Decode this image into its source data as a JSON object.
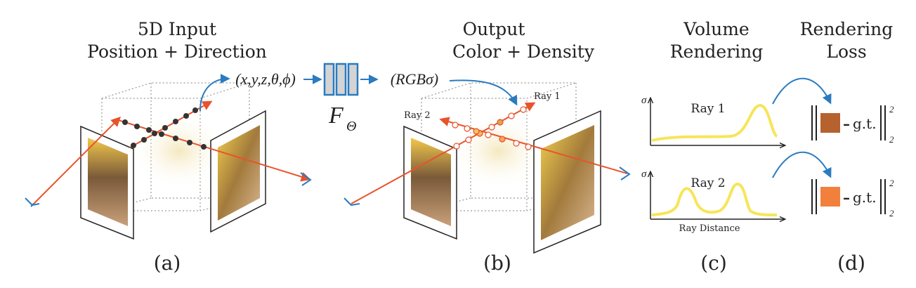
{
  "panel_a": {
    "title_line1": "5D Input",
    "title_line2": "Position + Direction",
    "caption": "(a)"
  },
  "network": {
    "input_label": "(x,y,z,θ,ϕ)",
    "output_label": "(RGBσ)",
    "name": "F",
    "name_subscript": "Θ"
  },
  "panel_b": {
    "title_line1": "Output",
    "title_line2": "Color + Density",
    "ray1_label": "Ray 1",
    "ray2_label": "Ray 2",
    "caption": "(b)"
  },
  "panel_c": {
    "title_line1": "Volume",
    "title_line2": "Rendering",
    "plot1_axis_label": "σ",
    "plot1_ray_label": "Ray 1",
    "plot2_axis_label": "σ",
    "plot2_ray_label": "Ray 2",
    "xaxis_label": "Ray Distance",
    "caption": "(c)"
  },
  "panel_d": {
    "title_line1": "Rendering",
    "title_line2": "Loss",
    "gt_label": "g.t.",
    "minus": "–",
    "sup": "2",
    "sub": "2",
    "caption": "(d)"
  },
  "colors": {
    "ray": "#e8532c",
    "arrow_blue": "#2a7bc0",
    "curve": "#f7e55a",
    "swatch1": "#b5622e",
    "swatch2": "#f2803c",
    "network_fill": "#d4d4d4",
    "network_stroke": "#2a7bc0"
  }
}
